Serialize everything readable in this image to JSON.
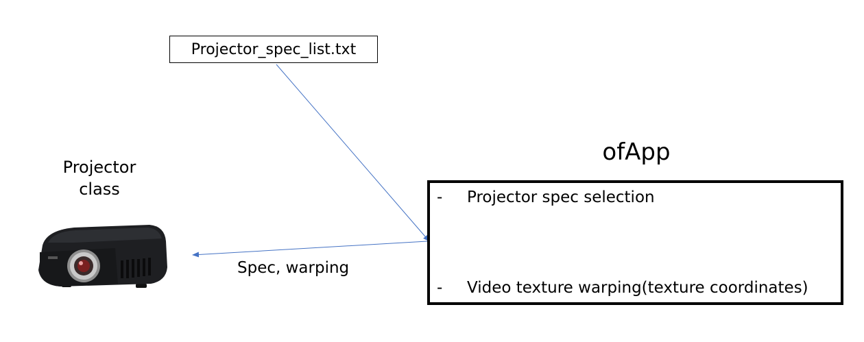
{
  "file_node": {
    "label": "Projector_spec_list.txt"
  },
  "projector_node": {
    "label_line1": "Projector",
    "label_line2": "class",
    "icon": "projector-icon"
  },
  "app_node": {
    "title": "ofApp",
    "items": [
      {
        "bullet": "-",
        "text": "Projector spec selection"
      },
      {
        "bullet": "-",
        "text": "Video texture warping(texture coordinates)"
      }
    ]
  },
  "edges": {
    "app_to_projector_label": "Spec, warping"
  },
  "colors": {
    "arrow": "#4472c4",
    "border": "#000000",
    "projector_body": "#1e1f22",
    "lens_ring": "#c9c9c9"
  }
}
